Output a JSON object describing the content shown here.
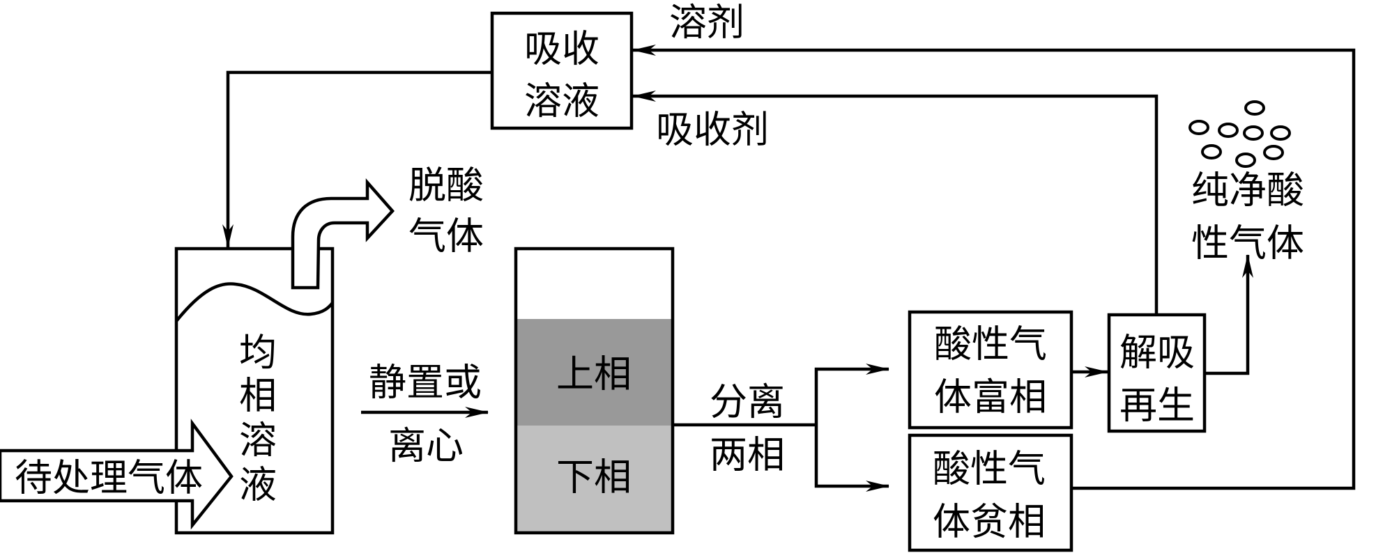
{
  "labels": {
    "absorption_solution": [
      "吸收",
      "溶液"
    ],
    "solvent": "溶剂",
    "absorbent": "吸收剂",
    "deacidified_gas": [
      "脱酸",
      "气体"
    ],
    "homogeneous_solution": [
      "均",
      "相",
      "溶",
      "液"
    ],
    "gas_to_treat": "待处理气体",
    "settle_or_centrifuge": [
      "静置或",
      "离心"
    ],
    "upper_phase": "上相",
    "lower_phase": "下相",
    "separate_two_phases": [
      "分离",
      "两相"
    ],
    "acid_gas_rich_phase": [
      "酸性气",
      "体富相"
    ],
    "acid_gas_poor_phase": [
      "酸性气",
      "体贫相"
    ],
    "desorption_regeneration": [
      "解吸",
      "再生"
    ],
    "pure_acid_gas": [
      "纯净酸",
      "性气体"
    ]
  },
  "colors": {
    "upper_phase": "#999999",
    "lower_phase": "#c0c0c0",
    "line": "#000000"
  }
}
